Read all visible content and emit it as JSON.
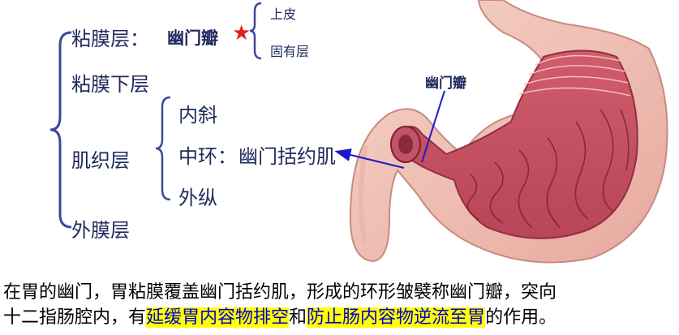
{
  "layers": {
    "mucosa": "粘膜层：",
    "pyloric_valve": "幽门瓣",
    "epithelium": "上皮",
    "lamina_propria": "固有层",
    "submucosa": "粘膜下层",
    "muscularis": "肌织层",
    "inner_oblique": "内斜",
    "middle_circular": "中环：",
    "pyloric_sphincter": "幽门括约肌",
    "outer_longitudinal": "外纵",
    "serosa": "外膜层"
  },
  "figure_label": "幽门瓣",
  "caption": {
    "line1": "在胃的幽门，胃粘膜覆盖幽门括约肌，形成的环形皱襞称幽门瓣，突向",
    "line2_prefix": "十二指肠腔内，有",
    "highlight1": "延缓胃内容物排空",
    "and": "和",
    "highlight2": "防止肠内容物逆流至胃",
    "line2_suffix": "的作用。"
  },
  "colors": {
    "text": "#1f2a5c",
    "star": "#e02020",
    "arrow": "#1a1acc",
    "highlight_bg": "#ffff00",
    "highlight_text": "#0000cc"
  }
}
